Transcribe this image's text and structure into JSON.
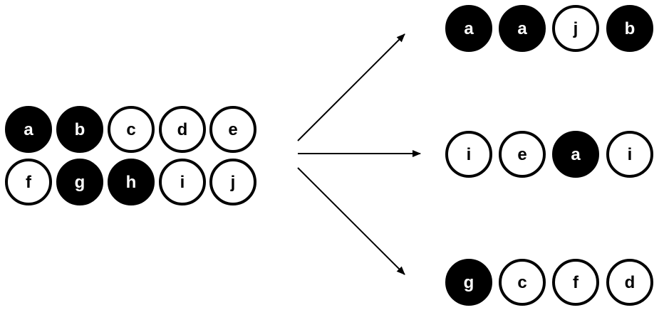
{
  "colors": {
    "filled": "#000000",
    "empty": "#ffffff",
    "stroke": "#000000"
  },
  "source": {
    "rows": [
      [
        {
          "label": "a",
          "filled": true
        },
        {
          "label": "b",
          "filled": true
        },
        {
          "label": "c",
          "filled": false
        },
        {
          "label": "d",
          "filled": false
        },
        {
          "label": "e",
          "filled": false
        }
      ],
      [
        {
          "label": "f",
          "filled": false
        },
        {
          "label": "g",
          "filled": true
        },
        {
          "label": "h",
          "filled": true
        },
        {
          "label": "i",
          "filled": false
        },
        {
          "label": "j",
          "filled": false
        }
      ]
    ]
  },
  "samples": [
    [
      {
        "label": "a",
        "filled": true
      },
      {
        "label": "a",
        "filled": true
      },
      {
        "label": "j",
        "filled": false
      },
      {
        "label": "b",
        "filled": true
      }
    ],
    [
      {
        "label": "i",
        "filled": false
      },
      {
        "label": "e",
        "filled": false
      },
      {
        "label": "a",
        "filled": true
      },
      {
        "label": "i",
        "filled": false
      }
    ],
    [
      {
        "label": "g",
        "filled": true
      },
      {
        "label": "c",
        "filled": false
      },
      {
        "label": "f",
        "filled": false
      },
      {
        "label": "d",
        "filled": false
      }
    ]
  ]
}
